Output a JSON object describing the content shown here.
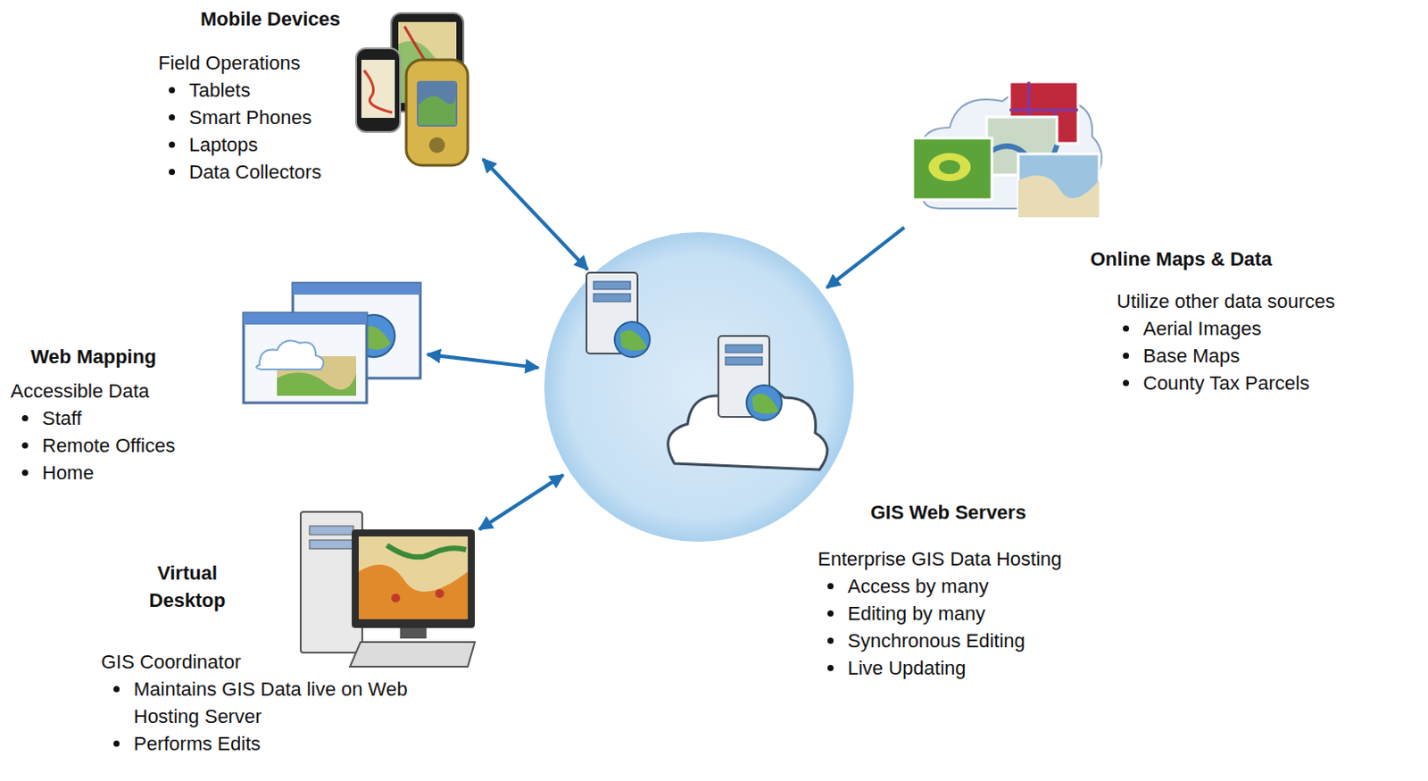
{
  "diagram": {
    "nodes": [
      {
        "text": [
          "Mobile Devices",
          "Field Operations",
          "Tablets",
          "Smart Phones",
          "Laptops",
          "Data Collectors"
        ]
      },
      {
        "text": [
          "Online Maps & Data",
          "Utilize other data sources",
          "Aerial Images",
          "Base Maps",
          "County Tax Parcels"
        ]
      },
      {
        "text": [
          "Web Mapping",
          "Accessible Data",
          "Staff",
          "Remote Offices",
          "Home"
        ]
      },
      {
        "text": [
          "GIS Web Servers",
          "Enterprise GIS Data Hosting",
          "Access by many",
          "Editing by many",
          "Synchronous Editing",
          "Live Updating"
        ]
      },
      {
        "text": [
          "Virtual Desktop",
          "GIS Coordinator",
          "Maintains GIS Data live on Web Hosting Server",
          "Performs Edits"
        ]
      }
    ],
    "edges": [
      {
        "from": 0,
        "to": 3,
        "arrow": "both"
      },
      {
        "from": 1,
        "to": 3,
        "arrow": "to"
      },
      {
        "from": 2,
        "to": 3,
        "arrow": "both"
      },
      {
        "from": 4,
        "to": 3,
        "arrow": "both"
      }
    ]
  }
}
